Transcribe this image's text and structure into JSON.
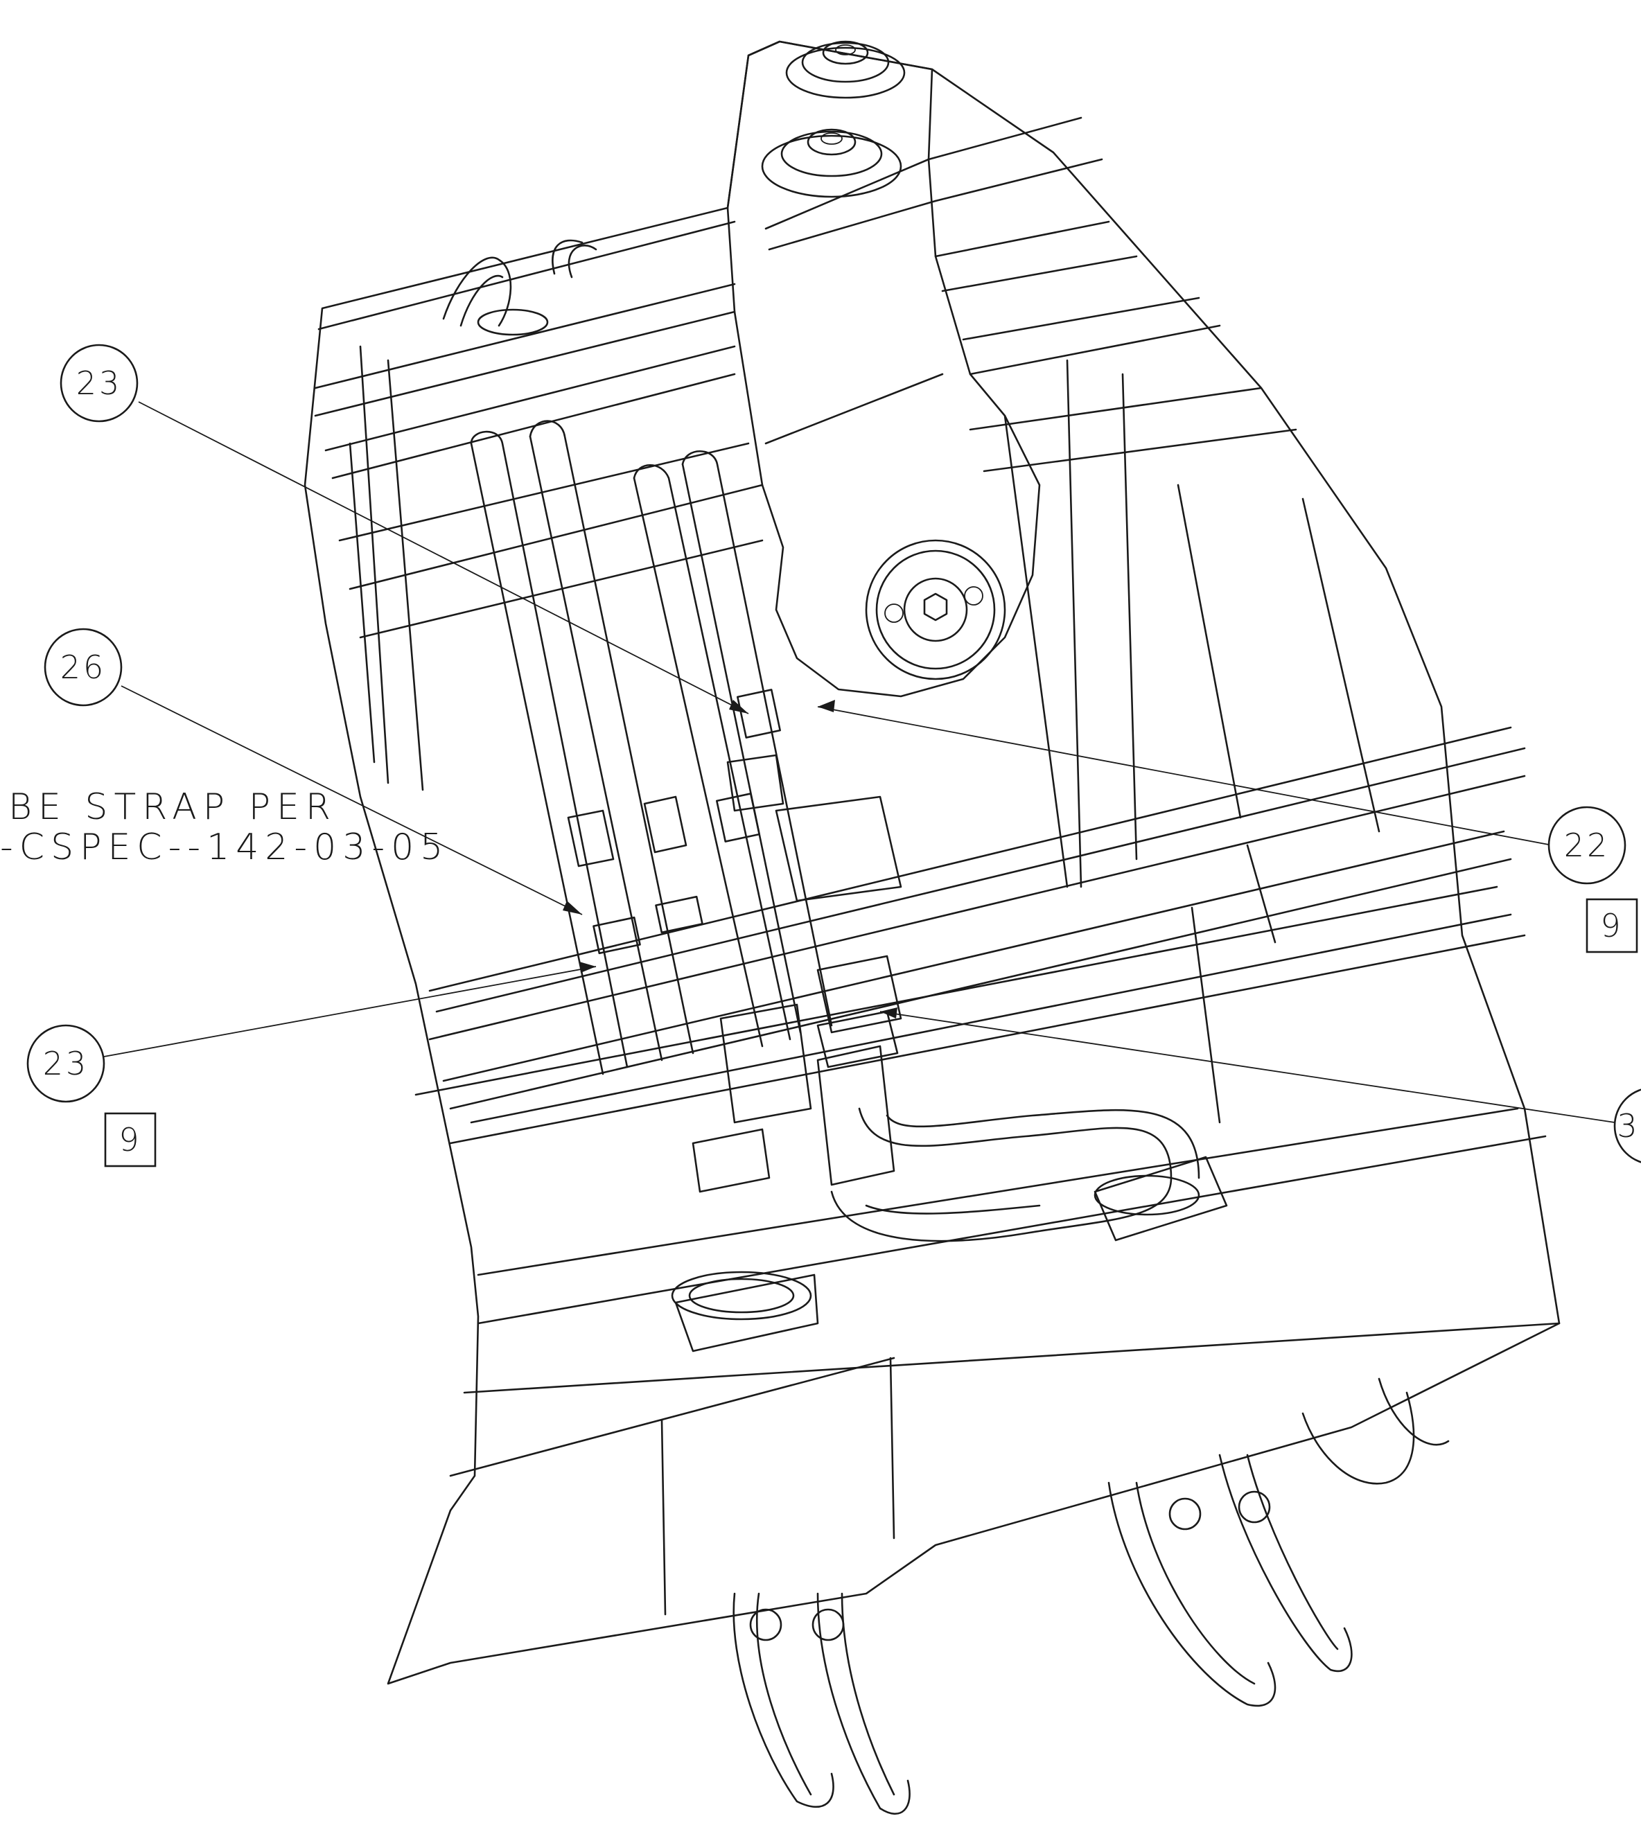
{
  "drawing": {
    "note_lines": [
      "BE STRAP PER",
      "-CSPEC--142-03-05"
    ],
    "callouts": [
      {
        "id": "balloon-23-top",
        "label": "23"
      },
      {
        "id": "balloon-26",
        "label": "26"
      },
      {
        "id": "balloon-22",
        "label": "22"
      },
      {
        "id": "balloon-23-bottom",
        "label": "23"
      },
      {
        "id": "balloon-partial-right",
        "label": "3"
      }
    ],
    "flag_notes": [
      {
        "id": "flag-9-right",
        "label": "9"
      },
      {
        "id": "flag-9-left",
        "label": "9"
      }
    ]
  }
}
